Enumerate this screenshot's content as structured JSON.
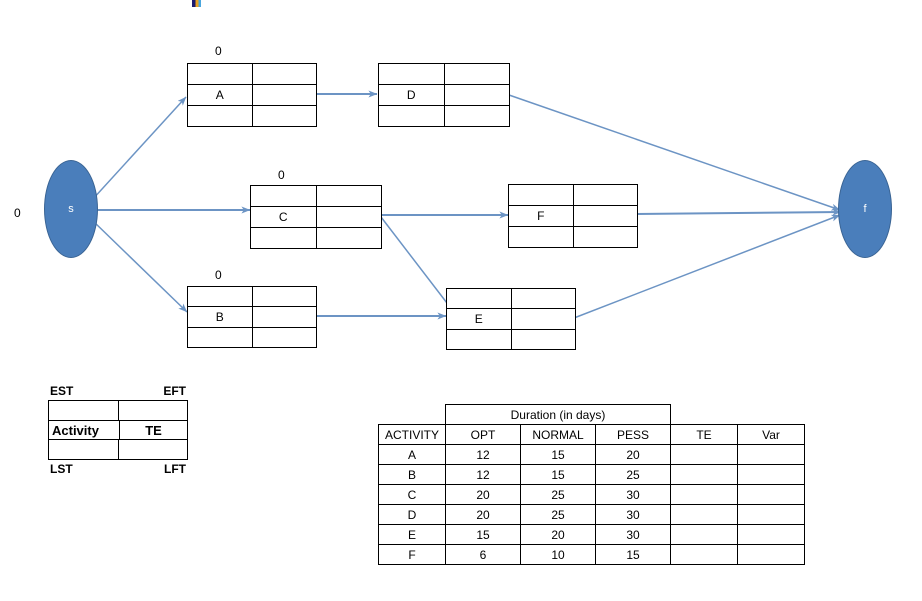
{
  "diagram": {
    "type": "pert-network",
    "accent_color": "#4a7ebb",
    "edge_color": "#6c94c4",
    "start_node": {
      "label": "s",
      "zero_label": "0"
    },
    "finish_node": {
      "label": "f"
    },
    "activities": [
      {
        "id": "A",
        "label": "A",
        "zero_label": "0",
        "has_zero": true
      },
      {
        "id": "D",
        "label": "D",
        "zero_label": "",
        "has_zero": false
      },
      {
        "id": "C",
        "label": "C",
        "zero_label": "0",
        "has_zero": true
      },
      {
        "id": "F",
        "label": "F",
        "zero_label": "",
        "has_zero": false
      },
      {
        "id": "B",
        "label": "B",
        "zero_label": "0",
        "has_zero": true
      },
      {
        "id": "E",
        "label": "E",
        "zero_label": "",
        "has_zero": false
      }
    ],
    "edges": [
      {
        "from": "s",
        "to": "A"
      },
      {
        "from": "s",
        "to": "C"
      },
      {
        "from": "s",
        "to": "B"
      },
      {
        "from": "A",
        "to": "D"
      },
      {
        "from": "C",
        "to": "F"
      },
      {
        "from": "C",
        "to": "E"
      },
      {
        "from": "B",
        "to": "E"
      },
      {
        "from": "D",
        "to": "f"
      },
      {
        "from": "F",
        "to": "f"
      },
      {
        "from": "E",
        "to": "f"
      }
    ]
  },
  "legend": {
    "top_left": "EST",
    "top_right": "EFT",
    "bottom_left": "LST",
    "bottom_right": "LFT",
    "middle_left": "Activity",
    "middle_right": "TE"
  },
  "chart_data": {
    "type": "table",
    "title": "Duration (in days)",
    "group_header": "Duration (in days)",
    "columns": [
      "ACTIVITY",
      "OPT",
      "NORMAL",
      "PESS",
      "TE",
      "Var"
    ],
    "rows": [
      {
        "activity": "A",
        "opt": "12",
        "normal": "15",
        "pess": "20",
        "te": "",
        "var": ""
      },
      {
        "activity": "B",
        "opt": "12",
        "normal": "15",
        "pess": "25",
        "te": "",
        "var": ""
      },
      {
        "activity": "C",
        "opt": "20",
        "normal": "25",
        "pess": "30",
        "te": "",
        "var": ""
      },
      {
        "activity": "D",
        "opt": "20",
        "normal": "25",
        "pess": "30",
        "te": "",
        "var": ""
      },
      {
        "activity": "E",
        "opt": "15",
        "normal": "20",
        "pess": "30",
        "te": "",
        "var": ""
      },
      {
        "activity": "F",
        "opt": "6",
        "normal": "10",
        "pess": "15",
        "te": "",
        "var": ""
      }
    ]
  }
}
